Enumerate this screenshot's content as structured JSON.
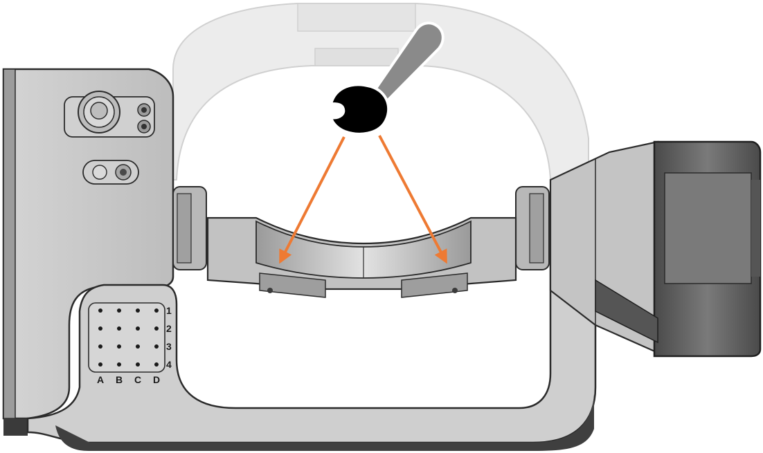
{
  "grid": {
    "columns": [
      "A",
      "B",
      "C",
      "D"
    ],
    "rows": [
      "1",
      "2",
      "3",
      "4"
    ]
  },
  "colors": {
    "arrow": "#ee7a33",
    "brush": "#000000",
    "brush_handle": "#8a8a8a",
    "body": "#c8c8c8",
    "body_dark": "#3a3a3a",
    "ghost": "#ededed"
  },
  "icons": {
    "brush": "cleaning-brush-icon",
    "arrow": "arrow-icon"
  }
}
